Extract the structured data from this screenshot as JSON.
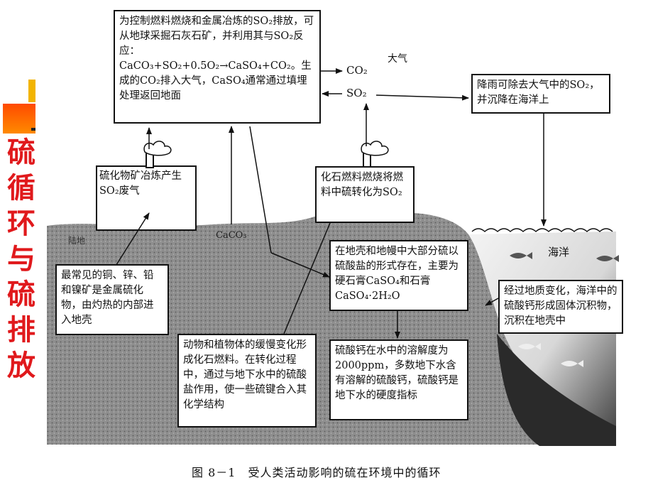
{
  "side_title": [
    "硫",
    "循",
    "环",
    "与",
    "硫",
    "排",
    "放"
  ],
  "boxes": {
    "top": "为控制燃料燃烧和金属冶炼的SO₂排放，可从地球采掘石灰石矿，并利用其与SO₂反应：CaCO₃+SO₂+0.5O₂→CaSO₄+CO₂。生成的CO₂排入大气，CaSO₄通常通过填埋处理返回地面",
    "rain": "降雨可除去大气中的SO₂，并沉降在海洋上",
    "smelting": "硫化物矿冶炼产生SO₂废气",
    "fossil": "化石燃料燃烧将燃料中硫转化为SO₂",
    "crust": "在地壳和地幔中大部分硫以硫酸盐的形式存在，主要为硬石膏CaSO₄和石膏 CaSO₄·2H₂O",
    "metal": "最常见的铜、锌、铅和镍矿是金属硫化物，由灼热的内部进入地壳",
    "bio": "动物和植物体的缓慢变化形成化石燃料。在转化过程中，通过与地下水中的硫酸盐作用，使一些硫键合入其化学结构",
    "solubility": "硫酸钙在水中的溶解度为2000ppm，多数地下水含有溶解的硫酸钙，硫酸钙是地下水的硬度指标",
    "ocean_sed": "经过地质变化，海洋中的硫酸钙形成固体沉积物，沉积在地壳中"
  },
  "labels": {
    "atmosphere": "大气",
    "co2": "CO₂",
    "so2": "SO₂",
    "ocean": "海洋",
    "land": "陆地",
    "caco3": "CaCO₃"
  },
  "caption": "图 8－1　受人类活动影响的硫在环境中的循环"
}
